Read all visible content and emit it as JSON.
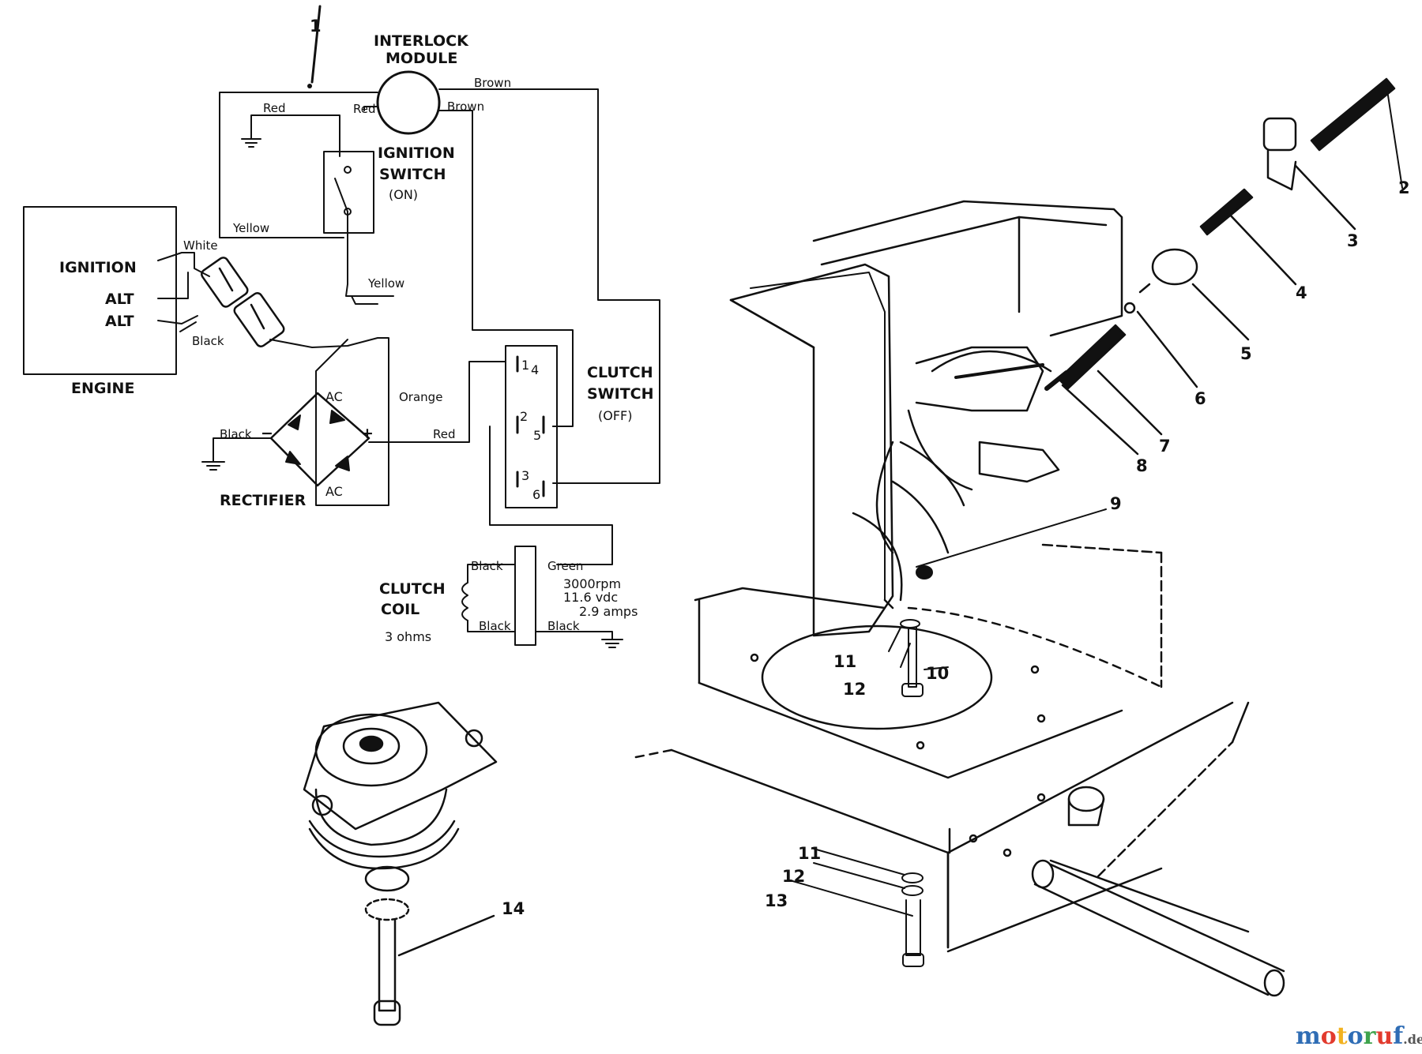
{
  "colors": {
    "ink": "#111111",
    "paper": "#ffffff",
    "watermark": [
      "#2f6db5",
      "#e23b2e",
      "#f2b21f",
      "#2f6db5",
      "#3fa34d",
      "#e23b2e",
      "#2f6db5"
    ]
  },
  "schematic": {
    "callout": "1",
    "interlock_module": [
      "INTERLOCK",
      "MODULE"
    ],
    "ignition_switch": [
      "IGNITION",
      "SWITCH",
      "(ON)"
    ],
    "engine": {
      "title": "ENGINE",
      "terminals": [
        "IGNITION",
        "ALT",
        "ALT"
      ]
    },
    "clutch_switch": [
      "CLUTCH",
      "SWITCH",
      "(OFF)"
    ],
    "rectifier": {
      "title": "RECTIFIER",
      "ac_top": "AC",
      "ac_bottom": "AC",
      "minus": "−",
      "plus": "+"
    },
    "clutch_coil": {
      "title": [
        "CLUTCH",
        "COIL"
      ],
      "resistance": "3 ohms",
      "specs": [
        "3000rpm",
        "11.6 vdc",
        "2.9 amps"
      ]
    },
    "switch_pins": [
      "1",
      "4",
      "2",
      "5",
      "3",
      "6"
    ],
    "wires": {
      "brown_top": "Brown",
      "brown_inner": "Brown",
      "red_left": "Red",
      "red_right": "Red",
      "yellow_left": "Yellow",
      "yellow_mid": "Yellow",
      "white": "White",
      "black_engine": "Black",
      "orange": "Orange",
      "black_rect": "Black",
      "red_rect": "Red",
      "black_coil_top": "Black",
      "green": "Green",
      "black_coil_bottom": "Black",
      "black_coil_right": "Black"
    }
  },
  "callouts": {
    "n2": "2",
    "n3": "3",
    "n4": "4",
    "n5": "5",
    "n6": "6",
    "n7": "7",
    "n8": "8",
    "n9": "9",
    "n10": "10",
    "n11a": "11",
    "n12a": "12",
    "n11b": "11",
    "n12b": "12",
    "n13": "13",
    "n14": "14"
  },
  "watermark": {
    "letters": [
      "m",
      "o",
      "t",
      "o",
      "r",
      "u",
      "f"
    ],
    "suffix": ".de"
  }
}
